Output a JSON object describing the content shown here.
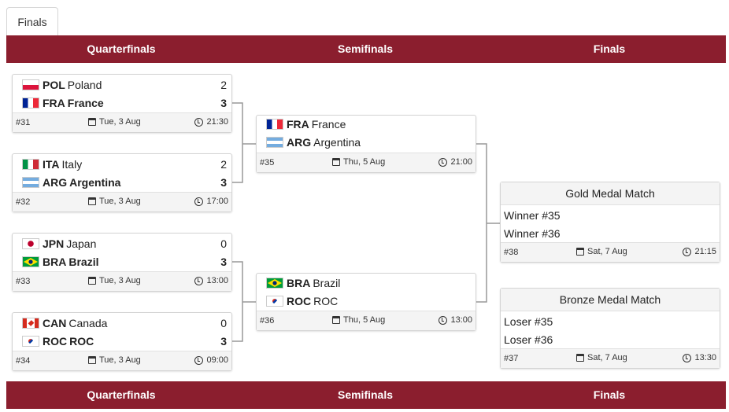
{
  "tab": {
    "label": "Finals"
  },
  "rounds": [
    "Quarterfinals",
    "Semifinals",
    "Finals"
  ],
  "quarterfinals": [
    {
      "id": "#31",
      "date": "Tue, 3 Aug",
      "time": "21:30",
      "teams": [
        {
          "code": "POL",
          "name": "Poland",
          "score": "2",
          "flag": "poland"
        },
        {
          "code": "FRA",
          "name": "France",
          "score": "3",
          "flag": "france",
          "winner": true
        }
      ]
    },
    {
      "id": "#32",
      "date": "Tue, 3 Aug",
      "time": "17:00",
      "teams": [
        {
          "code": "ITA",
          "name": "Italy",
          "score": "2",
          "flag": "italy"
        },
        {
          "code": "ARG",
          "name": "Argentina",
          "score": "3",
          "flag": "argentina",
          "winner": true
        }
      ]
    },
    {
      "id": "#33",
      "date": "Tue, 3 Aug",
      "time": "13:00",
      "teams": [
        {
          "code": "JPN",
          "name": "Japan",
          "score": "0",
          "flag": "japan"
        },
        {
          "code": "BRA",
          "name": "Brazil",
          "score": "3",
          "flag": "brazil",
          "winner": true
        }
      ]
    },
    {
      "id": "#34",
      "date": "Tue, 3 Aug",
      "time": "09:00",
      "teams": [
        {
          "code": "CAN",
          "name": "Canada",
          "score": "0",
          "flag": "canada"
        },
        {
          "code": "ROC",
          "name": "ROC",
          "score": "3",
          "flag": "roc",
          "winner": true
        }
      ]
    }
  ],
  "semifinals": [
    {
      "id": "#35",
      "date": "Thu, 5 Aug",
      "time": "21:00",
      "teams": [
        {
          "code": "FRA",
          "name": "France",
          "flag": "france"
        },
        {
          "code": "ARG",
          "name": "Argentina",
          "flag": "argentina"
        }
      ]
    },
    {
      "id": "#36",
      "date": "Thu, 5 Aug",
      "time": "13:00",
      "teams": [
        {
          "code": "BRA",
          "name": "Brazil",
          "flag": "brazil"
        },
        {
          "code": "ROC",
          "name": "ROC",
          "flag": "roc"
        }
      ]
    }
  ],
  "finals": [
    {
      "title": "Gold Medal Match",
      "id": "#38",
      "date": "Sat, 7 Aug",
      "time": "21:15",
      "entries": [
        "Winner #35",
        "Winner #36"
      ]
    },
    {
      "title": "Bronze Medal Match",
      "id": "#37",
      "date": "Sat, 7 Aug",
      "time": "13:30",
      "entries": [
        "Loser #35",
        "Loser #36"
      ]
    }
  ],
  "colors": {
    "band": "#8b1e2e",
    "connector": "#999999"
  }
}
